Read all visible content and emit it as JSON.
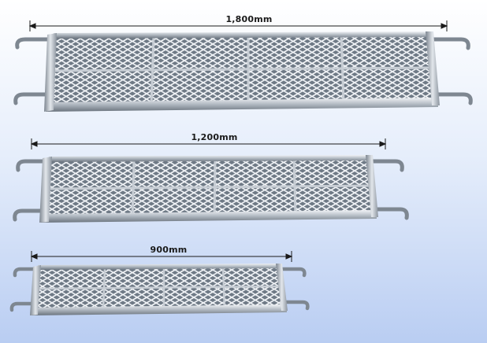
{
  "planks": [
    {
      "label": "1,800mm"
    },
    {
      "label": "1,200mm"
    },
    {
      "label": "900mm"
    }
  ],
  "colors": {
    "background_top": "#ffffff",
    "background_bottom": "#b9cdf2",
    "steel_light": "#e9edf1",
    "steel_mid": "#a9b2bc",
    "steel_dark": "#5d6772",
    "dimension_line": "#1a1a1a"
  }
}
